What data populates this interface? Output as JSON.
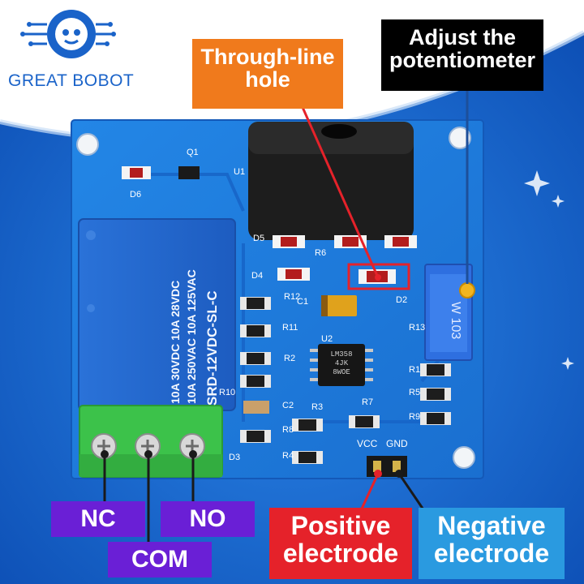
{
  "brand": {
    "name": "GREAT BOBOT"
  },
  "callouts": {
    "through_line": "Through-line\nhole",
    "adjust": "Adjust the\npotentiometer",
    "positive": "Positive\nelectrode",
    "negative": "Negative\nelectrode"
  },
  "terminals": {
    "nc": "NC",
    "com": "COM",
    "no": "NO"
  },
  "pins": {
    "vcc": "VCC",
    "gnd": "GND"
  },
  "relay": {
    "line1": "SRD-12VDC-SL-C",
    "line2": "10A 250VAC 10A 125VAC",
    "line3": "10A 30VDC 10A 28VDC"
  },
  "chip": {
    "line1": "LM358",
    "line2": "4JK",
    "line3": "8WOE"
  },
  "pot": {
    "code": "W 103"
  },
  "silkscreen": {
    "q1": "Q1",
    "u1": "U1",
    "d6": "D6",
    "d5": "D5",
    "d4": "D4",
    "r6": "R6",
    "r12": "R12",
    "c1": "C1",
    "d2": "D2",
    "r13": "R13",
    "r11": "R11",
    "u2": "U2",
    "r2": "R2",
    "r1": "R1",
    "r5": "R5",
    "r3": "R3",
    "r7": "R7",
    "r9": "R9",
    "r10": "R10",
    "c2": "C2",
    "r8": "R8",
    "d3": "D3",
    "r4": "R4"
  },
  "colors": {
    "background_top": "#ffffff",
    "background": "#1e6fd0",
    "board": "#1f7fe0",
    "terminal_block": "#3cc24a",
    "callout_orange": "#f07a1c",
    "callout_black": "#000000",
    "callout_red": "#e5222a",
    "callout_blue": "#2a9ae0",
    "terminal_purple": "#6a1fd6"
  }
}
